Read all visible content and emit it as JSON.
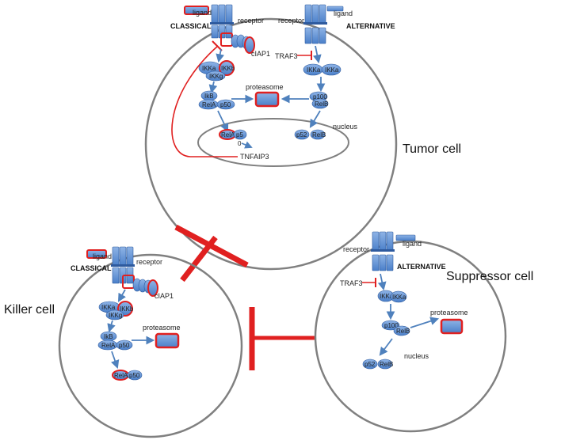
{
  "colors": {
    "protein_fill": "#5b8fd6",
    "protein_stroke": "#2e5a9e",
    "highlight": "#e02020",
    "arrow": "#4f81bd",
    "cell_outline": "#808080"
  },
  "tumor": {
    "label": "Tumor cell",
    "classical": "CLASSICAL",
    "alternative": "ALTERNATIVE",
    "ligand_left": "ligand",
    "ligand_right": "ligand",
    "receptor_left": "receptor",
    "receptor_right": "receptor",
    "ciap1": "cIAP1",
    "traf3": "TRAF3",
    "ikka_a": "IKKa",
    "ikkb": "IKKb",
    "ikkg": "IKKg",
    "ikka_alt_1": "IKKa",
    "ikka_alt_2": "IKKa",
    "ikb": "IkB",
    "rela": "RelA",
    "p50": "p50",
    "proteasome": "proteasome",
    "p100": "p100",
    "relb": "RelB",
    "nucleus": "nucleus",
    "rela_nuc": "RelA",
    "p50_nuc_a": "p5",
    "p50_nuc_b": "0",
    "p52": "p52",
    "relb_nuc": "RelB",
    "tnfaip3": "TNFAIP3"
  },
  "killer": {
    "label": "Killer cell",
    "classical": "CLASSICAL",
    "ligand": "ligand",
    "receptor": "receptor",
    "ciap1": "cIAP1",
    "ikka": "IKKa",
    "ikkb": "IKKb",
    "ikkg": "IKKg",
    "ikb": "IkB",
    "rela": "RelA",
    "p50": "p50",
    "proteasome": "proteasome",
    "rela_nuc": "RelA",
    "p50_nuc": "p50"
  },
  "suppressor": {
    "label": "Suppressor cell",
    "alternative": "ALTERNATIVE",
    "ligand": "ligand",
    "receptor": "receptor",
    "traf3": "TRAF3",
    "ikka_1": "IKKa",
    "ikka_2": "IKKa",
    "p100": "p100",
    "relb": "RelB",
    "proteasome": "proteasome",
    "nucleus": "nucleus",
    "p52": "p52",
    "relb_nuc": "RelB"
  }
}
